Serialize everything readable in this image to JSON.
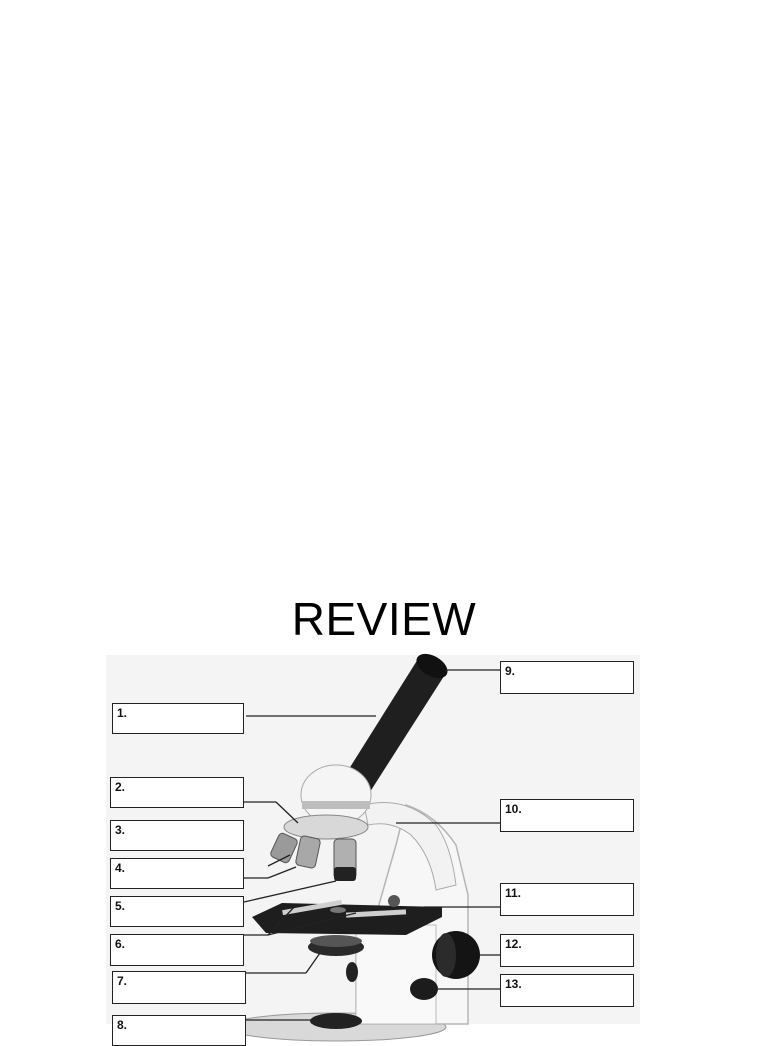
{
  "page": {
    "title": "REVIEW"
  },
  "figure": {
    "subject": "compound light microscope diagram",
    "labels": [
      "1.",
      "2.",
      "3.",
      "4.",
      "5.",
      "6.",
      "7.",
      "8.",
      "9.",
      "10.",
      "11.",
      "12.",
      "13."
    ]
  }
}
